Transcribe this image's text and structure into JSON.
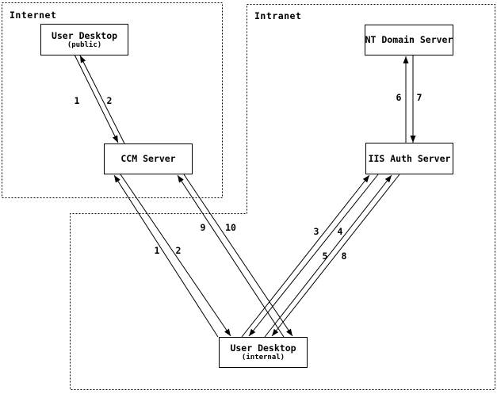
{
  "diagram": {
    "zones": {
      "internet": {
        "label": "Internet"
      },
      "intranet": {
        "label": "Intranet"
      }
    },
    "nodes": {
      "user_desktop_public": {
        "title": "User Desktop",
        "subtitle": "(public)"
      },
      "ccm_server": {
        "title": "CCM Server"
      },
      "nt_domain_server": {
        "title": "NT Domain Server"
      },
      "iis_auth_server": {
        "title": "IIS Auth Server"
      },
      "user_desktop_internal": {
        "title": "User Desktop",
        "subtitle": "(internal)"
      }
    },
    "arrow_labels": {
      "public_to_ccm_step1": "1",
      "ccm_to_public_step2": "2",
      "internal_to_ccm_step1": "1",
      "ccm_to_internal_step2": "2",
      "internal_to_ccm_step9": "9",
      "ccm_to_internal_step10": "10",
      "internal_to_iis_step3": "3",
      "iis_to_internal_step4": "4",
      "internal_to_iis_step5": "5",
      "iis_to_internal_step8": "8",
      "iis_to_nt_step6": "6",
      "nt_to_iis_step7": "7"
    },
    "colors": {
      "line": "#000000",
      "background": "#ffffff"
    }
  }
}
